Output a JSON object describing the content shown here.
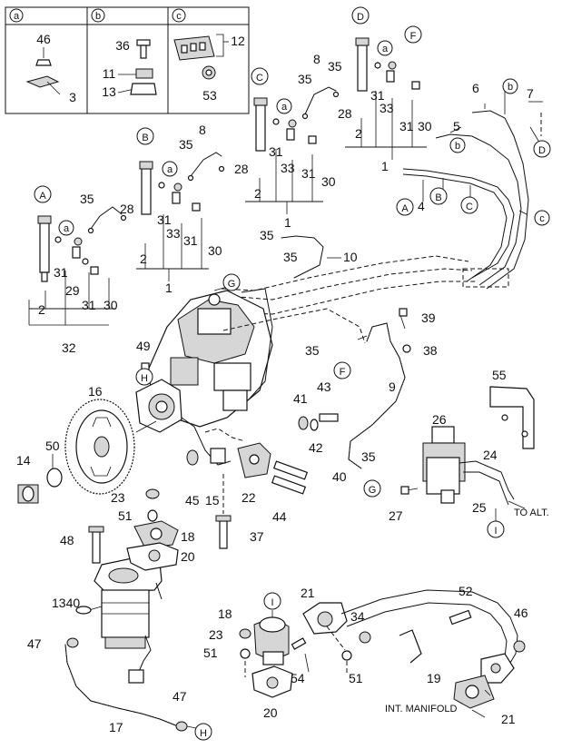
{
  "legend": {
    "headers": [
      "a",
      "b",
      "c"
    ],
    "a": [
      "46",
      "3"
    ],
    "b": [
      "36",
      "11",
      "13"
    ],
    "c": [
      "12",
      "53"
    ]
  },
  "markers": [
    "A",
    "a",
    "B",
    "a",
    "C",
    "a",
    "D",
    "a",
    "F",
    "b",
    "b",
    "c",
    "B",
    "C",
    "D",
    "A",
    "G",
    "H",
    "F",
    "G",
    "I",
    "I",
    "H"
  ],
  "numbers": [
    "46",
    "28",
    "2",
    "31",
    "33",
    "31",
    "30",
    "35",
    "8",
    "35",
    "6",
    "7",
    "5",
    "1",
    "4",
    "28",
    "2",
    "31",
    "33",
    "31",
    "30",
    "35",
    "8",
    "35",
    "1",
    "35",
    "10",
    "35",
    "8",
    "35",
    "28",
    "2",
    "31",
    "33",
    "31",
    "30",
    "28",
    "31",
    "29",
    "31",
    "30",
    "2",
    "32",
    "1",
    "35",
    "39",
    "38",
    "49",
    "55",
    "16",
    "41",
    "43",
    "9",
    "26",
    "42",
    "24",
    "14",
    "50",
    "45",
    "22",
    "15",
    "40",
    "44",
    "35",
    "27",
    "25",
    "23",
    "51",
    "18",
    "20",
    "37",
    "48",
    "1340",
    "47",
    "17",
    "47",
    "21",
    "18",
    "23",
    "51",
    "20",
    "54",
    "34",
    "51",
    "52",
    "46",
    "19",
    "21",
    "35",
    "35"
  ],
  "notes": {
    "to_alt": "TO ALT.",
    "int_manifold": "INT. MANIFOLD"
  },
  "colors": {
    "line": "#111111",
    "fill": "#ffffff",
    "shade": "#d6d6d6"
  }
}
